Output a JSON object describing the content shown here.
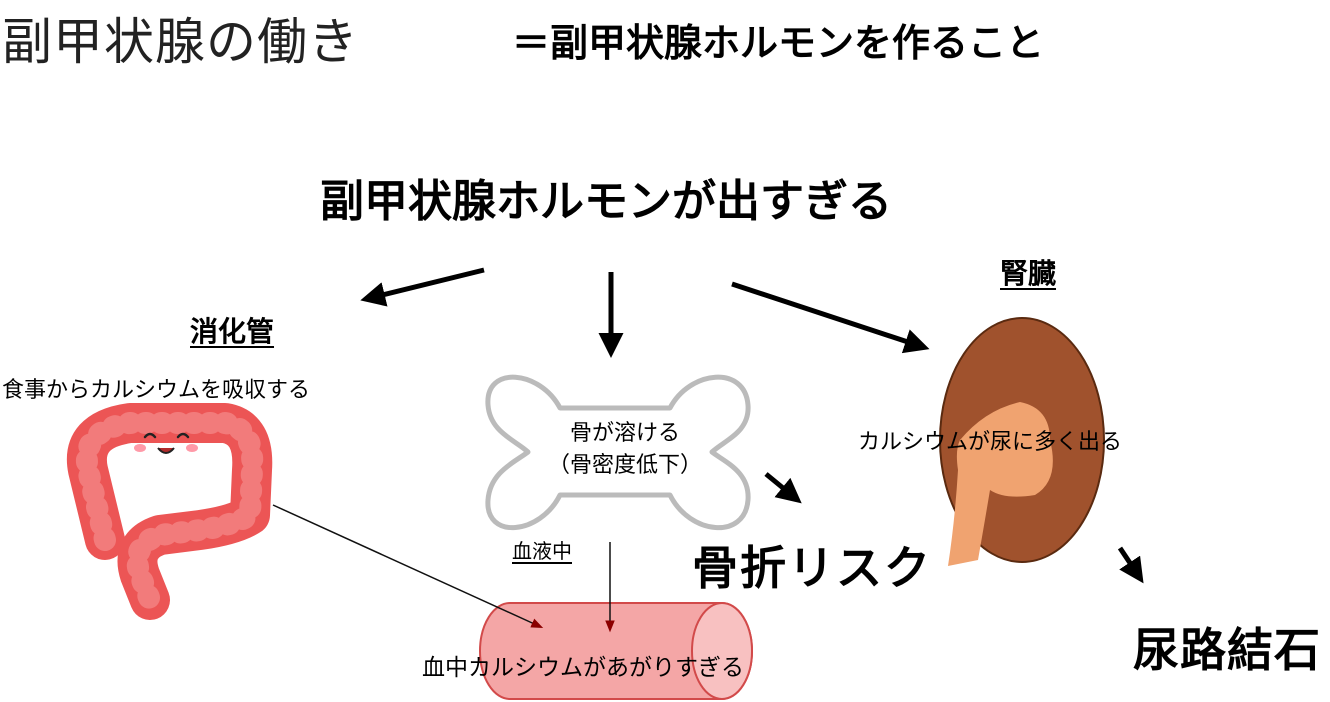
{
  "title": {
    "main": "副甲状腺の働き",
    "sub": "＝副甲状腺ホルモンを作ること"
  },
  "heading": "副甲状腺ホルモンが出すぎる",
  "digestive": {
    "label": "消化管",
    "text": "食事からカルシウムを吸収する"
  },
  "bone": {
    "line1": "骨が溶ける",
    "line2": "（骨密度低下）"
  },
  "kidney": {
    "label": "腎臓",
    "text": "カルシウムが尿に多く出る"
  },
  "blood": {
    "label": "血液中",
    "text": "血中カルシウムがあがりすぎる"
  },
  "results": {
    "fracture": "骨折リスク",
    "stone": "尿路結石"
  },
  "colors": {
    "intestine": "#ec5555",
    "vessel_fill": "#f4a6a6",
    "vessel_cap": "#f8c1c1",
    "vessel_stroke": "#d24a4a",
    "kidney": "#a0522d",
    "ureter": "#f0a370",
    "bone_stroke": "#bbbbbb",
    "thin_arrow": "#8b0000"
  },
  "icons": [
    "intestine-illustration",
    "bone-illustration",
    "kidney-illustration",
    "blood-vessel-illustration"
  ]
}
